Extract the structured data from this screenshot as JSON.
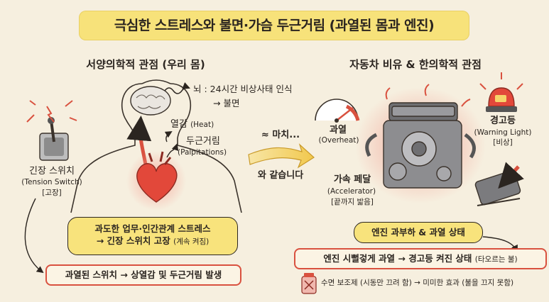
{
  "title": "극심한 스트레스와 불면·가슴 두근거림 (과열된 몸과 엔진)",
  "left": {
    "heading": "서양의학적 관점 (우리 몸)",
    "brain_note_1": "뇌 : 24시간 비상사태 인식",
    "brain_note_2": "→ 불면",
    "heat": "열감",
    "heat_en": "(Heat)",
    "palp": "두근거림",
    "palp_en": "(Palpitations)",
    "switch": "긴장 스위치",
    "switch_en": "(Tension Switch)",
    "switch_state": "[고장]",
    "stress_line1": "과도한 업무·인간관계 스트레스",
    "stress_line2": "→ 긴장 스위치 고장",
    "stress_line2_suffix": "(계속 켜짐)",
    "result": "과열된 스위치 → 상열감 및 두근거림 발생"
  },
  "middle": {
    "approx": "≈ 마치...",
    "like": "와 같습니다"
  },
  "right": {
    "heading": "자동차 비유 & 한의학적 관점",
    "overheat": "과열",
    "overheat_en": "(Overheat)",
    "warning": "경고등",
    "warning_en": "(Warning Light)",
    "warning_state": "[비상]",
    "accel": "가속 페달",
    "accel_en": "(Accelerator)",
    "accel_state": "[끝까지 밟음]",
    "engine_state": "엔진 과부하 & 과열 상태",
    "engine_result": "엔진 시뻘겋게 과열 → 경고등 켜진 상태",
    "engine_result_suffix": "(타오르는 불)",
    "sleep_aid": "수면 보조제 (시동만 끄려 함) → 미미한 효과 (불을 끄지 못함)"
  },
  "colors": {
    "accent_red": "#d9513f",
    "highlight_yellow": "#f7e27a",
    "background": "#f6efdf"
  }
}
